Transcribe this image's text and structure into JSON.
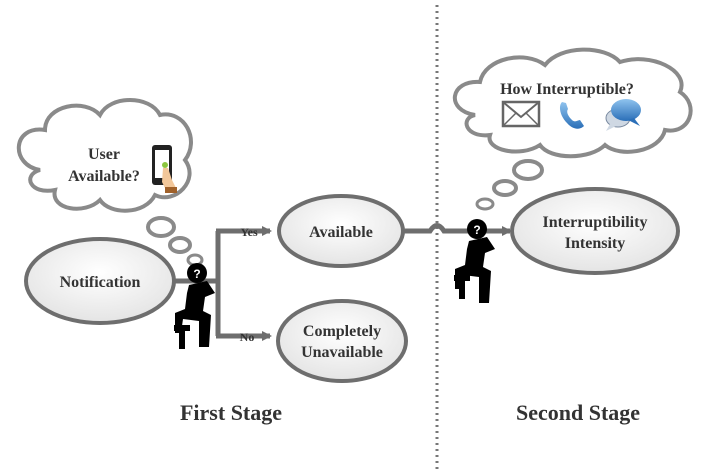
{
  "diagram": {
    "nodes": {
      "notification": "Notification",
      "available": "Available",
      "unavailable_line1": "Completely",
      "unavailable_line2": "Unavailable",
      "intensity_line1": "Interruptibility",
      "intensity_line2": "Intensity"
    },
    "thoughts": {
      "first_line1": "User",
      "first_line2": "Available?",
      "second": "How Interruptible?"
    },
    "edges": {
      "yes": "Yes",
      "no": "No"
    },
    "stages": {
      "first": "First Stage",
      "second": "Second Stage"
    },
    "icons": [
      "smartphone-touch-icon",
      "envelope-icon",
      "phone-icon",
      "chat-bubbles-icon",
      "thinking-person-icon"
    ],
    "colors": {
      "stroke": "#6e6e6e",
      "node_fill": "#eeeeee",
      "text": "#333333",
      "icon_blue": "#3a83c8",
      "person": "#000000"
    }
  }
}
